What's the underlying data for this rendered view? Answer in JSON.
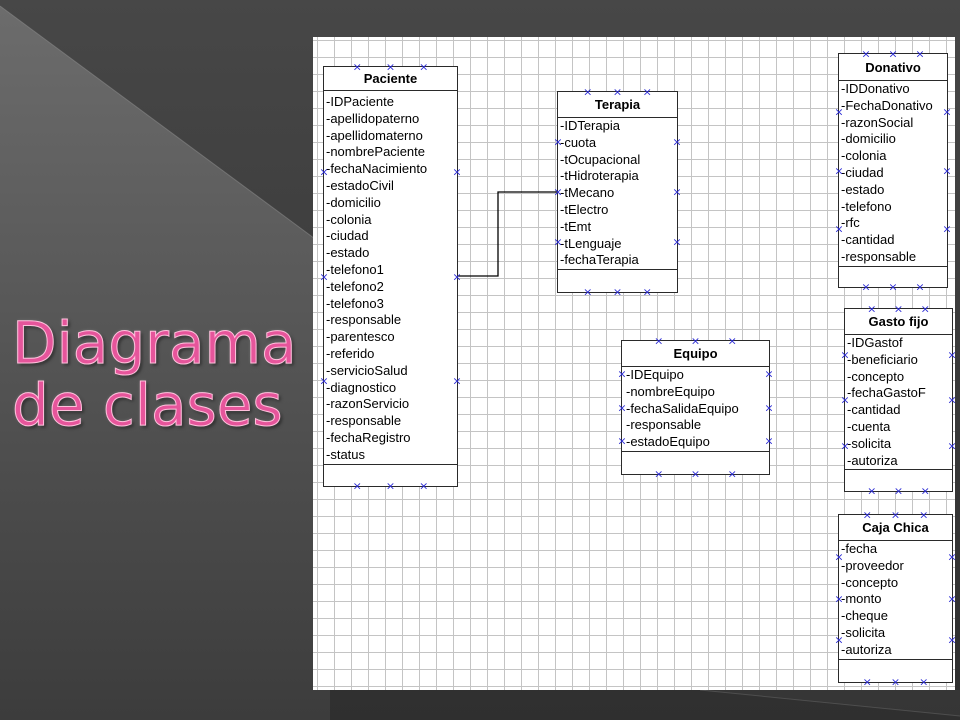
{
  "slide": {
    "title_line1": "Diagrama",
    "title_line2": "de clases"
  },
  "diagram": {
    "classes": {
      "paciente": {
        "name": "Paciente",
        "attributes": [
          "-IDPaciente",
          "-apellidopaterno",
          "-apellidomaterno",
          "-nombrePaciente",
          "-fechaNacimiento",
          "-estadoCivil",
          "-domicilio",
          "-colonia",
          "-ciudad",
          "-estado",
          "-telefono1",
          "-telefono2",
          "-telefono3",
          "-responsable",
          "-parentesco",
          "-referido",
          "-servicioSalud",
          "-diagnostico",
          "-razonServicio",
          "-responsable",
          "-fechaRegistro",
          "-status"
        ]
      },
      "terapia": {
        "name": "Terapia",
        "attributes": [
          "-IDTerapia",
          "-cuota",
          "-tOcupacional",
          "-tHidroterapia",
          "-tMecano",
          "-tElectro",
          "-tEmt",
          "-tLenguaje",
          "-fechaTerapia"
        ]
      },
      "donativo": {
        "name": "Donativo",
        "attributes": [
          "-IDDonativo",
          "-FechaDonativo",
          "-razonSocial",
          "-domicilio",
          "-colonia",
          "-ciudad",
          "-estado",
          "-telefono",
          "-rfc",
          "-cantidad",
          "-responsable"
        ]
      },
      "gasto_fijo": {
        "name": "Gasto fijo",
        "attributes": [
          "-IDGastof",
          "-beneficiario",
          "-concepto",
          "-fechaGastoF",
          "-cantidad",
          "-cuenta",
          "-solicita",
          "-autoriza"
        ]
      },
      "equipo": {
        "name": "Equipo",
        "attributes": [
          "-IDEquipo",
          "-nombreEquipo",
          "-fechaSalidaEquipo",
          "-responsable",
          "-estadoEquipo"
        ]
      },
      "caja_chica": {
        "name": "Caja Chica",
        "attributes": [
          "-fecha",
          "-proveedor",
          "-concepto",
          "-monto",
          "-cheque",
          "-solicita",
          "-autoriza"
        ]
      }
    }
  },
  "colors": {
    "title": "#e6559b",
    "title_outline": "#ffc0dc",
    "handle": "#2a2ad4",
    "grid": "#c4c4c4",
    "canvas": "#ffffff",
    "line": "#000000"
  }
}
